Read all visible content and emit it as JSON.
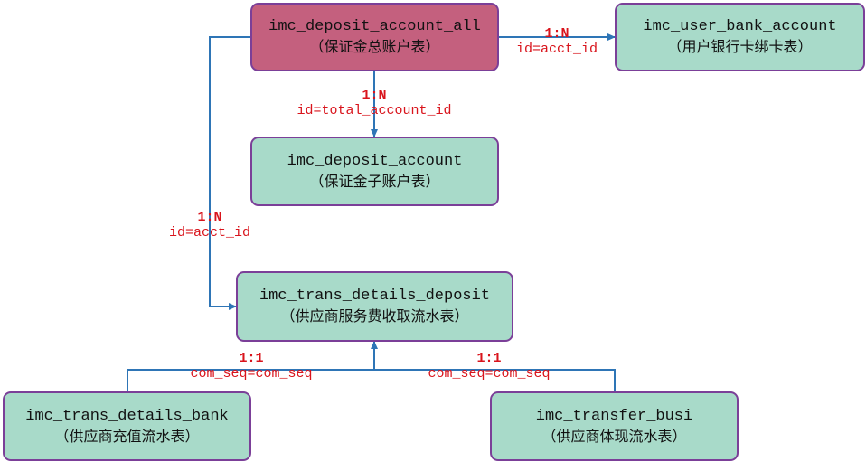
{
  "nodes": {
    "deposit_all": {
      "name": "imc_deposit_account_all",
      "desc": "（保证金总账户表）"
    },
    "user_bank": {
      "name": "imc_user_bank_account",
      "desc": "（用户银行卡绑卡表）"
    },
    "deposit": {
      "name": "imc_deposit_account",
      "desc": "（保证金子账户表）"
    },
    "trans_deposit": {
      "name": "imc_trans_details_deposit",
      "desc": "（供应商服务费收取流水表）"
    },
    "trans_bank": {
      "name": "imc_trans_details_bank",
      "desc": "（供应商充值流水表）"
    },
    "transfer_busi": {
      "name": "imc_transfer_busi",
      "desc": "（供应商体现流水表）"
    }
  },
  "relations": {
    "all_to_user_bank": {
      "cardinality": "1:N",
      "key": "id=acct_id"
    },
    "all_to_deposit": {
      "cardinality": "1:N",
      "key": "id=total_account_id"
    },
    "all_to_trans_deposit": {
      "cardinality": "1:N",
      "key": "id=acct_id"
    },
    "bank_to_trans_deposit": {
      "cardinality": "1:1",
      "key": "com_seq=com_seq"
    },
    "busi_to_trans_deposit": {
      "cardinality": "1:1",
      "key": "com_seq=com_seq"
    }
  },
  "colors": {
    "node_fill": "#a8dac9",
    "main_fill": "#c4607e",
    "border": "#7b3f98",
    "line": "#2e75b6",
    "label": "#d9141c"
  }
}
